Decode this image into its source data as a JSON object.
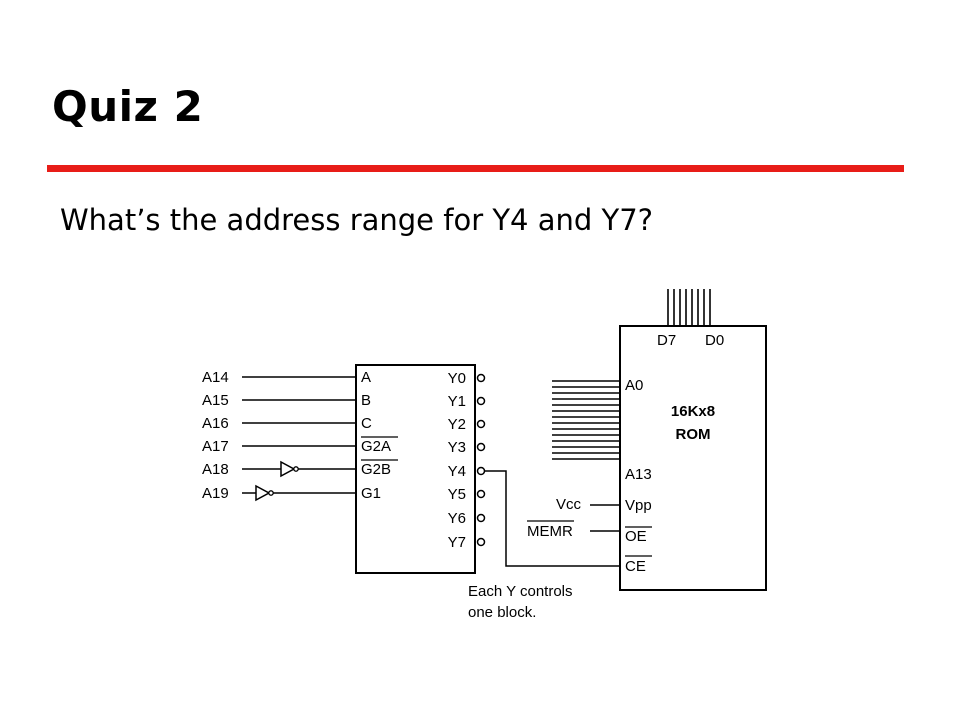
{
  "slide": {
    "title": "Quiz 2",
    "question": "What’s the address range for Y4 and Y7?"
  },
  "colors": {
    "rule": "#e81d18",
    "text": "#000000"
  },
  "diagram": {
    "decoder_inputs": [
      "A14",
      "A15",
      "A16",
      "A17",
      "A18",
      "A19"
    ],
    "decoder_pins_left": [
      "A",
      "B",
      "C",
      "G2A",
      "G2B",
      "G1"
    ],
    "decoder_outputs": [
      "Y0",
      "Y1",
      "Y2",
      "Y3",
      "Y4",
      "Y5",
      "Y6",
      "Y7"
    ],
    "rom": {
      "data_labels": {
        "high": "D7",
        "low": "D0"
      },
      "name_line1": "16Kx8",
      "name_line2": "ROM",
      "addr_first": "A0",
      "addr_last": "A13",
      "vpp": "Vpp",
      "oe": "OE",
      "ce": "CE"
    },
    "vcc": "Vcc",
    "memr": "MEMR",
    "note_line1": "Each Y controls",
    "note_line2": "one block."
  }
}
